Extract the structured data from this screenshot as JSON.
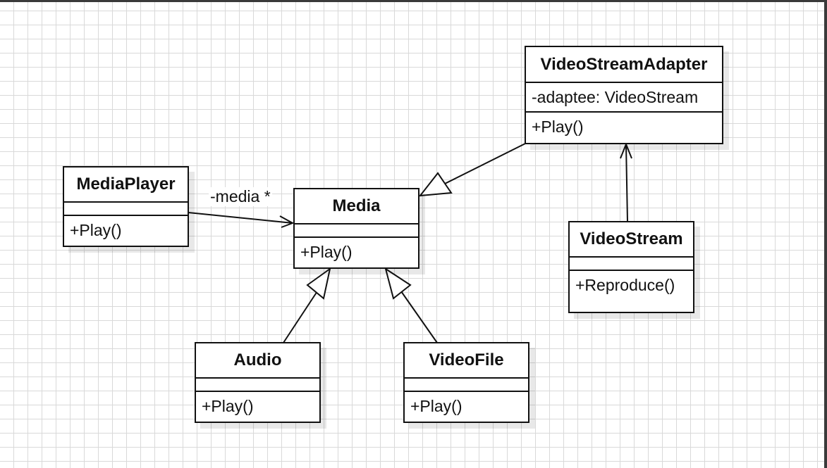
{
  "classes": {
    "media_player": {
      "name": "MediaPlayer",
      "attributes": "",
      "operations": "+Play()"
    },
    "media": {
      "name": "Media",
      "attributes": "",
      "operations": "+Play()"
    },
    "audio": {
      "name": "Audio",
      "attributes": "",
      "operations": "+Play()"
    },
    "video_file": {
      "name": "VideoFile",
      "attributes": "",
      "operations": "+Play()"
    },
    "video_stream_adapter": {
      "name": "VideoStreamAdapter",
      "attributes": "-adaptee: VideoStream",
      "operations": "+Play()"
    },
    "video_stream": {
      "name": "VideoStream",
      "attributes": "",
      "operations": "+Reproduce()"
    }
  },
  "relations": {
    "player_to_media": {
      "type": "association",
      "from": "MediaPlayer",
      "to": "Media",
      "label": "-media *"
    },
    "audio_to_media": {
      "type": "generalization",
      "from": "Audio",
      "to": "Media"
    },
    "videofile_to_media": {
      "type": "generalization",
      "from": "VideoFile",
      "to": "Media"
    },
    "adapter_to_media": {
      "type": "generalization",
      "from": "VideoStreamAdapter",
      "to": "Media"
    },
    "stream_to_adapter": {
      "type": "association",
      "from": "VideoStream",
      "to": "VideoStreamAdapter"
    }
  },
  "colors": {
    "stroke": "#111111",
    "grid": "#d9d9d9",
    "background": "#ffffff"
  }
}
